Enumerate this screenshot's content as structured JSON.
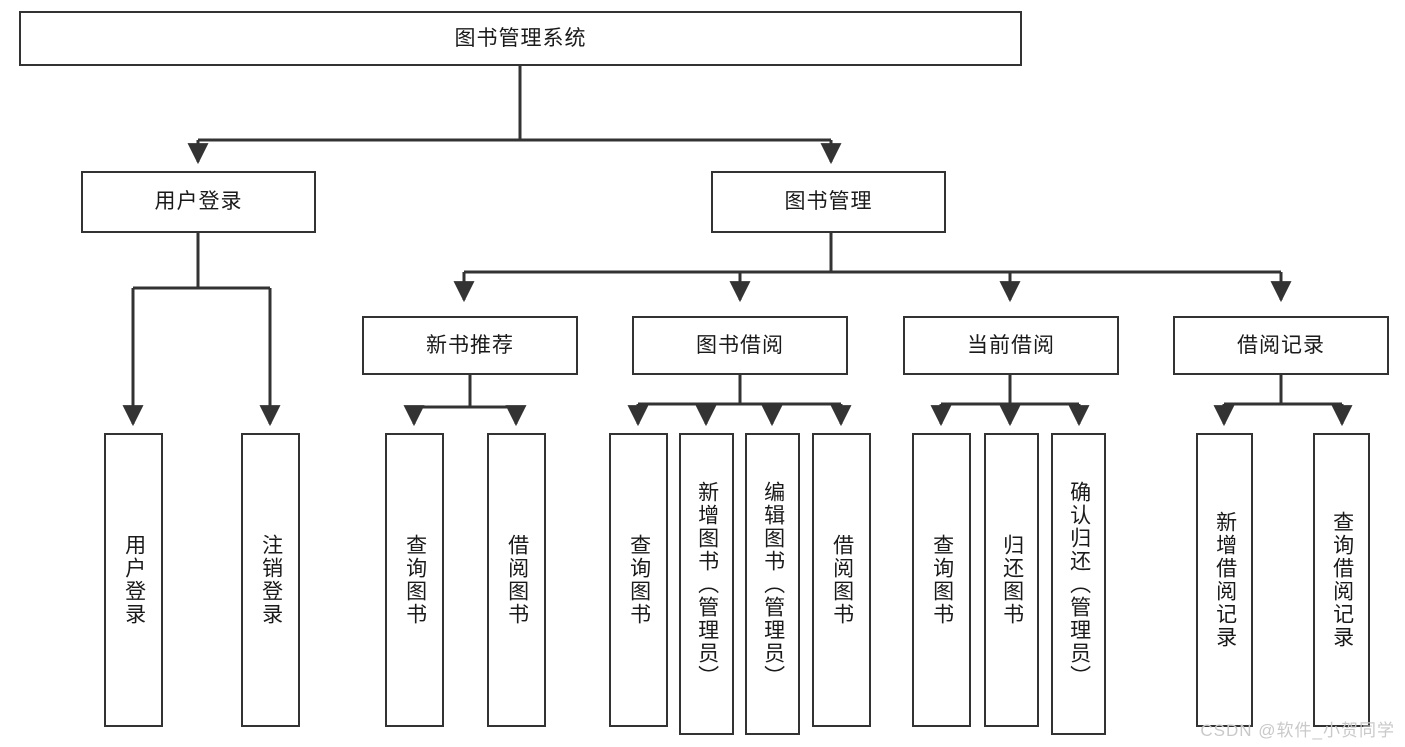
{
  "diagram": {
    "title": "图书管理系统",
    "type": "tree",
    "watermark": "CSDN @软件_小贺同学",
    "colors": {
      "box_border": "#333333",
      "box_fill": "#ffffff",
      "edge": "#333333",
      "text": "#1a1a1a",
      "watermark": "#c9c9c9"
    },
    "nodes": {
      "root": {
        "label": "图书管理系统",
        "orientation": "horizontal"
      },
      "level2": [
        {
          "id": "user-login",
          "label": "用户登录",
          "orientation": "horizontal"
        },
        {
          "id": "book-manage",
          "label": "图书管理",
          "orientation": "horizontal"
        }
      ],
      "level3": [
        {
          "id": "new-book-recommend",
          "label": "新书推荐",
          "orientation": "horizontal"
        },
        {
          "id": "book-borrow",
          "label": "图书借阅",
          "orientation": "horizontal"
        },
        {
          "id": "current-borrow",
          "label": "当前借阅",
          "orientation": "horizontal"
        },
        {
          "id": "borrow-record",
          "label": "借阅记录",
          "orientation": "horizontal"
        }
      ],
      "leaves": {
        "user-login": [
          {
            "id": "leaf-user-login",
            "label": "用户登录",
            "orientation": "vertical"
          },
          {
            "id": "leaf-logout-login",
            "label": "注销登录",
            "orientation": "vertical"
          }
        ],
        "new-book-recommend": [
          {
            "id": "leaf-query-book-1",
            "label": "查询图书",
            "orientation": "vertical"
          },
          {
            "id": "leaf-borrow-book-1",
            "label": "借阅图书",
            "orientation": "vertical"
          }
        ],
        "book-borrow": [
          {
            "id": "leaf-query-book-2",
            "label": "查询图书",
            "orientation": "vertical"
          },
          {
            "id": "leaf-add-book",
            "label": "新增图书（管理员）",
            "orientation": "vertical"
          },
          {
            "id": "leaf-edit-book",
            "label": "编辑图书（管理员）",
            "orientation": "vertical"
          },
          {
            "id": "leaf-borrow-book-2",
            "label": "借阅图书",
            "orientation": "vertical"
          }
        ],
        "current-borrow": [
          {
            "id": "leaf-query-book-3",
            "label": "查询图书",
            "orientation": "vertical"
          },
          {
            "id": "leaf-return-book",
            "label": "归还图书",
            "orientation": "vertical"
          },
          {
            "id": "leaf-confirm-return",
            "label": "确认归还（管理员）",
            "orientation": "vertical"
          }
        ],
        "borrow-record": [
          {
            "id": "leaf-add-record",
            "label": "新增借阅记录",
            "orientation": "vertical"
          },
          {
            "id": "leaf-query-record",
            "label": "查询借阅记录",
            "orientation": "vertical"
          }
        ]
      }
    }
  }
}
